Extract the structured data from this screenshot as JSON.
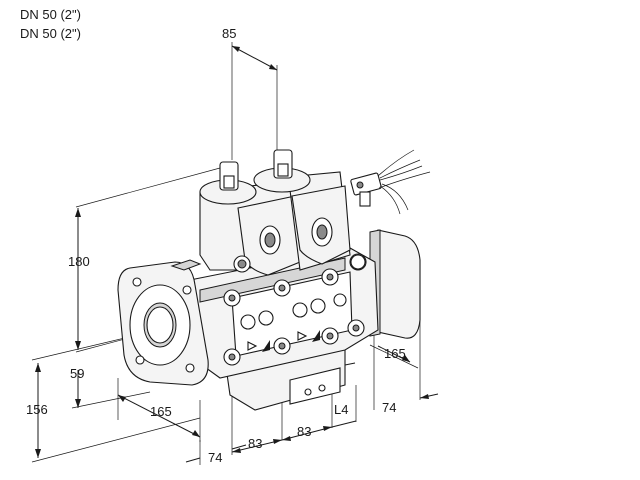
{
  "header": {
    "line1": "DN 50 (2\")",
    "line2": "DN 50 (2\")"
  },
  "dimensions": {
    "top_spacing": "85",
    "height_total": "180",
    "height_axis": "59",
    "height_base": "156",
    "depth_left": "165",
    "depth_right": "165",
    "flange_left": "74",
    "flange_right": "74",
    "spacing_1": "83",
    "spacing_2": "83",
    "spacing_l4": "L4"
  }
}
